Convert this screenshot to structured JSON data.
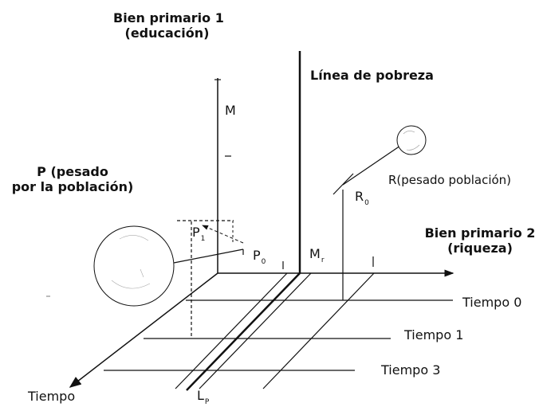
{
  "labels": {
    "axis_y_line1": "Bien primario 1",
    "axis_y_line2": "(educación)",
    "poverty_line": "Línea de pobreza",
    "axis_x_line1": "Bien primario 2",
    "axis_x_line2": "(riqueza)",
    "p_weighted_line1": "P (pesado",
    "p_weighted_line2": "por la población)",
    "r_weighted": "R(pesado población)",
    "m": "M",
    "p1": "P",
    "p1_sub": "1",
    "p0": "P",
    "p0_sub": "0",
    "mr": "M",
    "mr_sub": "r",
    "r0": "R",
    "r0_sub": "0",
    "lp": "L",
    "lp_sub": "P",
    "time0": "Tiempo 0",
    "time1": "Tiempo 1",
    "time3": "Tiempo 3",
    "time_axis": "Tiempo"
  },
  "colors": {
    "ink": "#111111",
    "background": "#ffffff"
  }
}
